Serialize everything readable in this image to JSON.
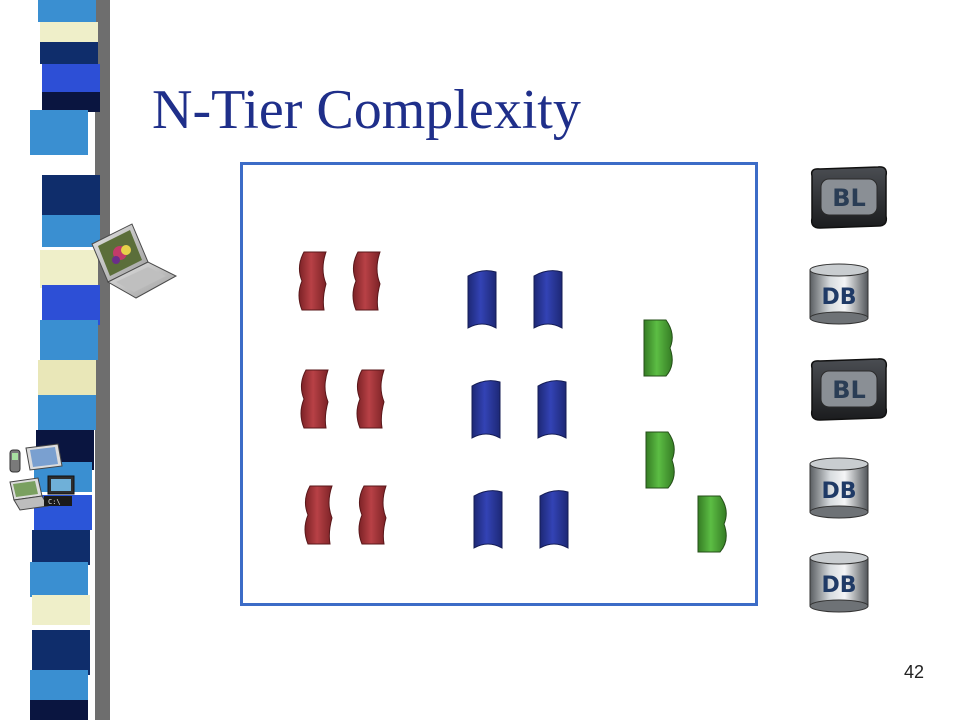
{
  "slide": {
    "title": "N-Tier Complexity",
    "number": "42"
  },
  "stripe_colors": [
    "#6e6e6e",
    "#3a8fd1",
    "#0f2d6b",
    "#3a8fd1",
    "#efefc9",
    "#2d4fd6",
    "#0a1540",
    "#e9e7b8",
    "#3a8fd1",
    "#2b55d8",
    "#0d2560",
    "#e9e7b8",
    "#3a8fd1",
    "#0a1540"
  ],
  "colors": {
    "title": "#1f2f8a",
    "frame": "#3c6cc7",
    "red_block": "#a3353a",
    "blue_block": "#2b3aa1",
    "green_block": "#4fa83a",
    "bl_badge": "#2c2f33",
    "db_cylinder": "#9aa0a5"
  },
  "badges": [
    {
      "type": "bl",
      "label": "BL"
    },
    {
      "type": "db",
      "label": "DB"
    },
    {
      "type": "bl",
      "label": "BL"
    },
    {
      "type": "db",
      "label": "DB"
    },
    {
      "type": "db",
      "label": "DB"
    }
  ],
  "icons": {
    "laptop": "laptop-icon",
    "devices": "client-devices-icon"
  }
}
